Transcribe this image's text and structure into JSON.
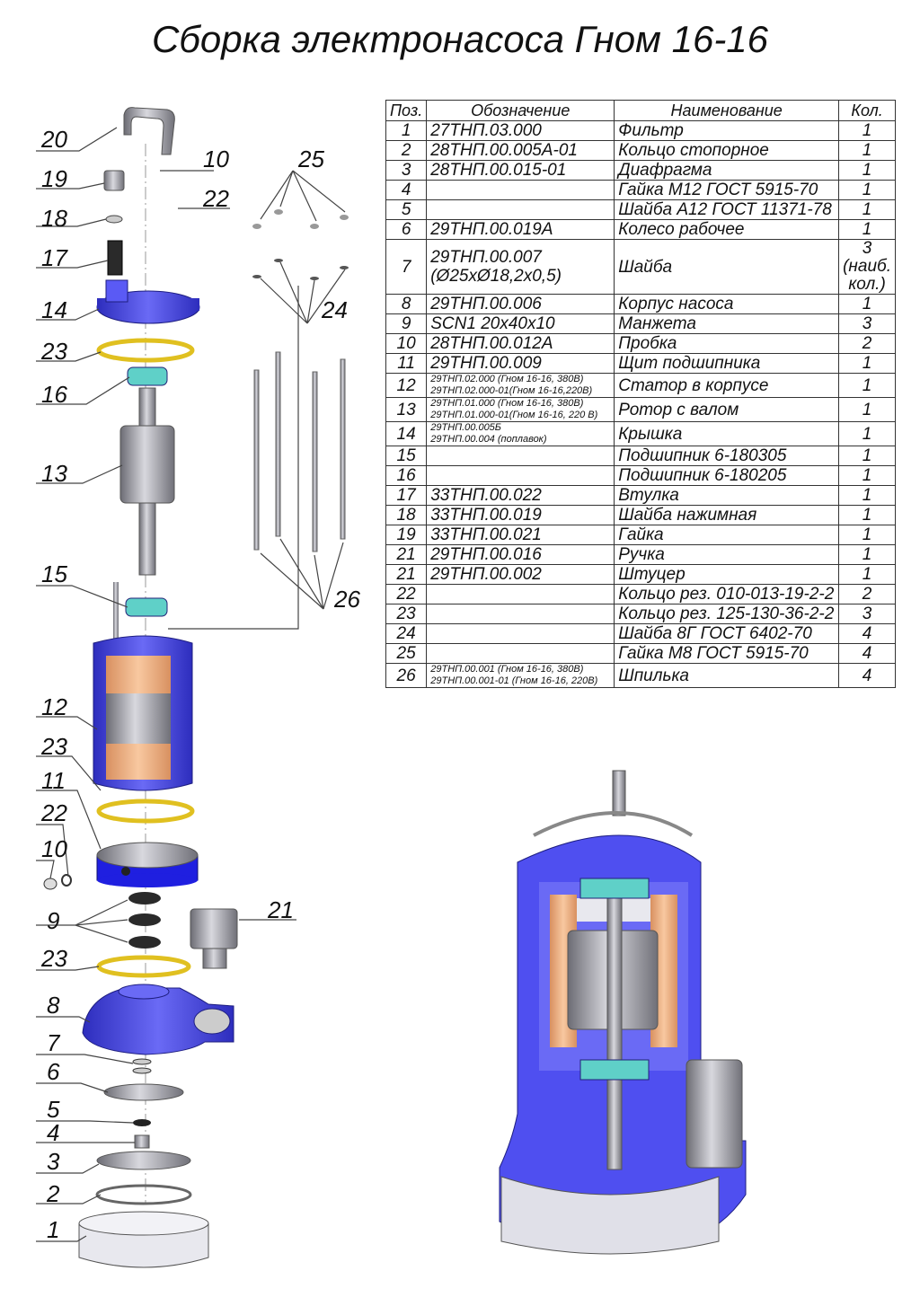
{
  "title": "Сборка электронасоса Гном 16-16",
  "table": {
    "headers": [
      "Поз.",
      "Обозначение",
      "Наименование",
      "Кол."
    ],
    "rows": [
      {
        "pos": "1",
        "code": "27ТНП.03.000",
        "name": "Фильтр",
        "qty": "1"
      },
      {
        "pos": "2",
        "code": "28ТНП.00.005А-01",
        "name": "Кольцо стопорное",
        "qty": "1"
      },
      {
        "pos": "3",
        "code": "28ТНП.00.015-01",
        "name": "Диафрагма",
        "qty": "1"
      },
      {
        "pos": "4",
        "code": "",
        "name": "Гайка М12 ГОСТ 5915-70",
        "qty": "1"
      },
      {
        "pos": "5",
        "code": "",
        "name": "Шайба А12 ГОСТ 11371-78",
        "qty": "1"
      },
      {
        "pos": "6",
        "code": "29ТНП.00.019А",
        "name": "Колесо рабочее",
        "qty": "1"
      },
      {
        "pos": "7",
        "code": "29ТНП.00.007\n(Ø25xØ18,2x0,5)",
        "name": "Шайба",
        "qty": "3\n(наиб.\nкол.)"
      },
      {
        "pos": "8",
        "code": "29ТНП.00.006",
        "name": "Корпус насоса",
        "qty": "1"
      },
      {
        "pos": "9",
        "code": "SCN1 20x40x10",
        "name": "Манжета",
        "qty": "3"
      },
      {
        "pos": "10",
        "code": "28ТНП.00.012А",
        "name": "Пробка",
        "qty": "2"
      },
      {
        "pos": "11",
        "code": "29ТНП.00.009",
        "name": "Щит подшипника",
        "qty": "1"
      },
      {
        "pos": "12",
        "code": "29ТНП.02.000 (Гном 16-16, 380В)\n29ТНП.02.000-01(Гном 16-16,220В)",
        "name": "Статор в корпусе",
        "qty": "1",
        "small": true
      },
      {
        "pos": "13",
        "code": "29ТНП.01.000 (Гном 16-16, 380В)\n29ТНП.01.000-01(Гном 16-16, 220 В)",
        "name": "Ротор с валом",
        "qty": "1",
        "small": true
      },
      {
        "pos": "14",
        "code": "29ТНП.00.005Б\n29ТНП.00.004 (поплавок)",
        "name": "Крышка",
        "qty": "1",
        "small": true
      },
      {
        "pos": "15",
        "code": "",
        "name": "Подшипник 6-180305",
        "qty": "1"
      },
      {
        "pos": "16",
        "code": "",
        "name": "Подшипник 6-180205",
        "qty": "1"
      },
      {
        "pos": "17",
        "code": "33ТНП.00.022",
        "name": "Втулка",
        "qty": "1"
      },
      {
        "pos": "18",
        "code": "33ТНП.00.019",
        "name": "Шайба нажимная",
        "qty": "1"
      },
      {
        "pos": "19",
        "code": "33ТНП.00.021",
        "name": "Гайка",
        "qty": "1"
      },
      {
        "pos": "21",
        "code": "29ТНП.00.016",
        "name": "Ручка",
        "qty": "1"
      },
      {
        "pos": "21",
        "code": "29ТНП.00.002",
        "name": "Штуцер",
        "qty": "1"
      },
      {
        "pos": "22",
        "code": "",
        "name": "Кольцо рез. 010-013-19-2-2",
        "qty": "2"
      },
      {
        "pos": "23",
        "code": "",
        "name": "Кольцо рез. 125-130-36-2-2",
        "qty": "3"
      },
      {
        "pos": "24",
        "code": "",
        "name": "Шайба 8Г ГОСТ 6402-70",
        "qty": "4"
      },
      {
        "pos": "25",
        "code": "",
        "name": "Гайка М8 ГОСТ 5915-70",
        "qty": "4"
      },
      {
        "pos": "26",
        "code": "29ТНП.00.001 (Гном 16-16, 380В)\n29ТНП.00.001-01 (Гном 16-16, 220В)",
        "name": "Шпилька",
        "qty": "4",
        "small": true
      }
    ]
  },
  "callouts": {
    "c20": "20",
    "c19": "19",
    "c18": "18",
    "c17": "17",
    "c14": "14",
    "c23a": "23",
    "c16": "16",
    "c13": "13",
    "c15": "15",
    "c12": "12",
    "c23b": "23",
    "c11": "11",
    "c22a": "22",
    "c10a": "10",
    "c9": "9",
    "c23c": "23",
    "c8": "8",
    "c7": "7",
    "c6": "6",
    "c5": "5",
    "c4": "4",
    "c3": "3",
    "c2": "2",
    "c1": "1",
    "c10b": "10",
    "c22b": "22",
    "c25": "25",
    "c24": "24",
    "c26": "26",
    "c21": "21"
  },
  "colors": {
    "blue": "#4f4ff0",
    "blue_dark": "#2d2dbd",
    "copper": "#f0b080",
    "steel": "#a8a8b0",
    "teal": "#5fd0c8",
    "ring": "#f0e070"
  }
}
